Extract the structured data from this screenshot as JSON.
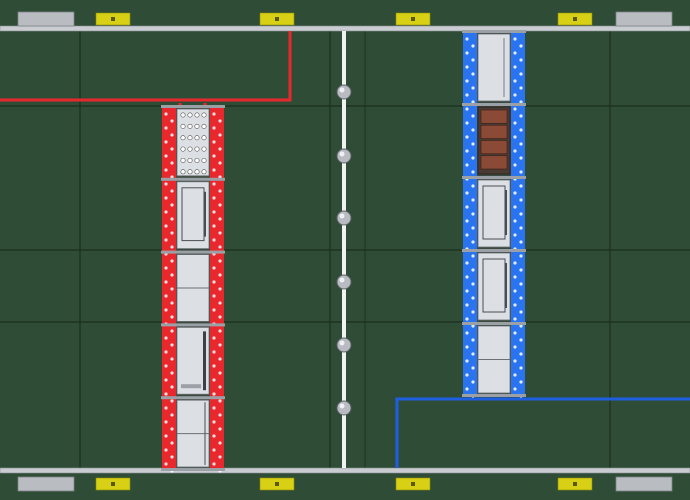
{
  "colors": {
    "background": "#2f4d36",
    "rail": "#c9ccd0",
    "grid_line": "#1c2e21",
    "red_cable": "#e8282d",
    "blue_cable": "#1d5fe0",
    "yellow_tag": "#d7d015",
    "gray_tag": "#b9bcc1",
    "white_bus": "#f2f2f2",
    "red_rack": "#e8282d",
    "blue_rack": "#2a74f0",
    "module": "#dcdfe3",
    "brown_module": "#8a4a36"
  },
  "scene": {
    "top_rail": {
      "tags": [
        "gray",
        "yellow",
        "yellow",
        "yellow",
        "yellow",
        "gray"
      ]
    },
    "bottom_rail": {
      "tags": [
        "gray",
        "yellow",
        "yellow",
        "yellow",
        "yellow",
        "gray"
      ]
    },
    "bus_nodes": 6,
    "red_rack": {
      "modules": [
        "connector-grid",
        "framed-panel",
        "split-panel",
        "tall-panel",
        "split-tall-panel"
      ]
    },
    "blue_rack": {
      "modules": [
        "plain-panel",
        "brown-stack",
        "framed-panel",
        "framed-panel-2",
        "split-panel"
      ]
    }
  }
}
